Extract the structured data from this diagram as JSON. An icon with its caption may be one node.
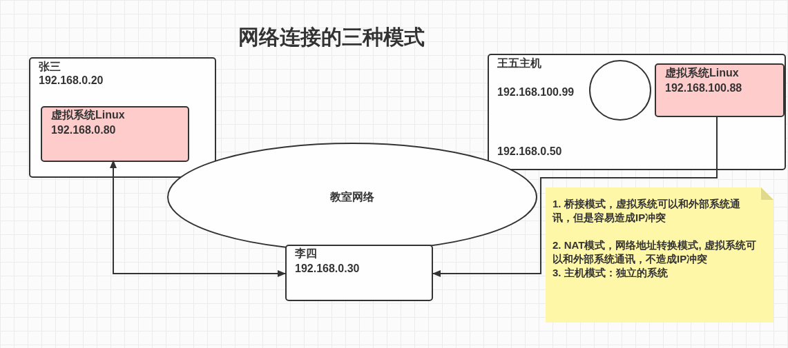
{
  "diagram": {
    "title": "网络连接的三种模式",
    "nodes": [
      {
        "text": [
          "张三",
          "192.168.0.20"
        ]
      },
      {
        "text": [
          "虚拟系统Linux",
          "192.168.0.80"
        ],
        "in": 0
      },
      {
        "text": [
          "王五主机",
          "192.168.100.99",
          "192.168.0.50"
        ]
      },
      {
        "text": [],
        "shape": "circle",
        "in": 2
      },
      {
        "text": [
          "虚拟系统Linux",
          "192.168.100.88"
        ],
        "in": 2
      },
      {
        "text": [
          "教室网络"
        ]
      },
      {
        "text": [
          "李四",
          "192.168.0.30"
        ]
      },
      {
        "text": [
          "1. 桥接模式，虚拟系统可以和外部系统通讯，但是容易造成IP冲突",
          "2. NAT模式，网络地址转换模式, 虚拟系统可以和外部系统通讯，不造成IP冲突",
          "3. 主机模式：独立的系统"
        ]
      }
    ],
    "edges": [
      {
        "from": 1,
        "to": 6,
        "arrow": "both"
      },
      {
        "from": 4,
        "to": 6,
        "arrow": "to"
      }
    ]
  }
}
